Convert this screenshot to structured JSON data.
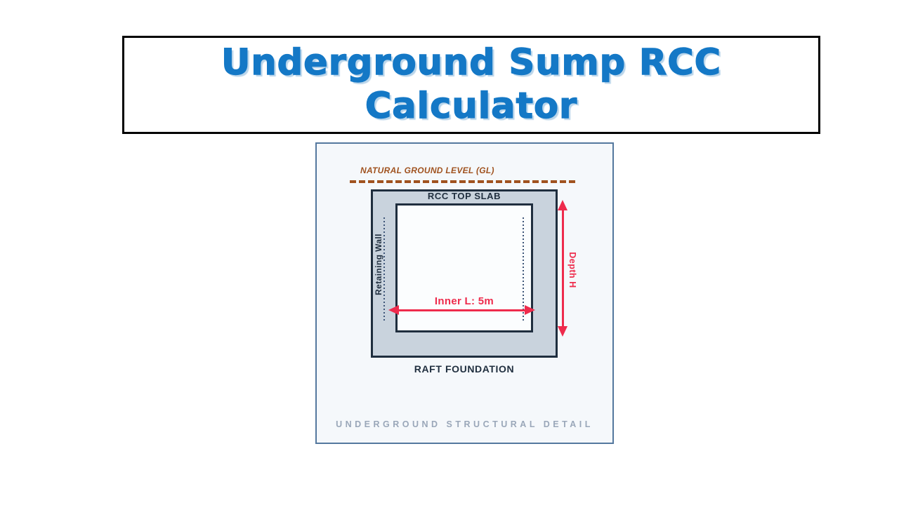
{
  "title": {
    "line1": "Underground Sump RCC",
    "line2": "Calculator",
    "color": "#1478C6"
  },
  "diagram": {
    "ground_level_label": "NATURAL GROUND LEVEL (GL)",
    "top_slab_label": "RCC TOP SLAB",
    "retaining_wall_label": "Retaining Wall",
    "inner_length_label": "Inner L: 5m",
    "depth_label": "Depth H",
    "raft_label": "RAFT FOUNDATION",
    "caption": "UNDERGROUND STRUCTURAL DETAIL",
    "colors": {
      "ground_brown": "#A0521F",
      "structure_outline_navy": "#1F2E3E",
      "wall_fill_gray": "#C9D3DD",
      "cavity_fill": "#FBFDFE",
      "dimension_red": "#EE2B4C",
      "caption_gray": "#9AA7B9",
      "card_border": "#54789E",
      "card_background": "#F5F8FB",
      "title_blue": "#1478C6"
    }
  }
}
